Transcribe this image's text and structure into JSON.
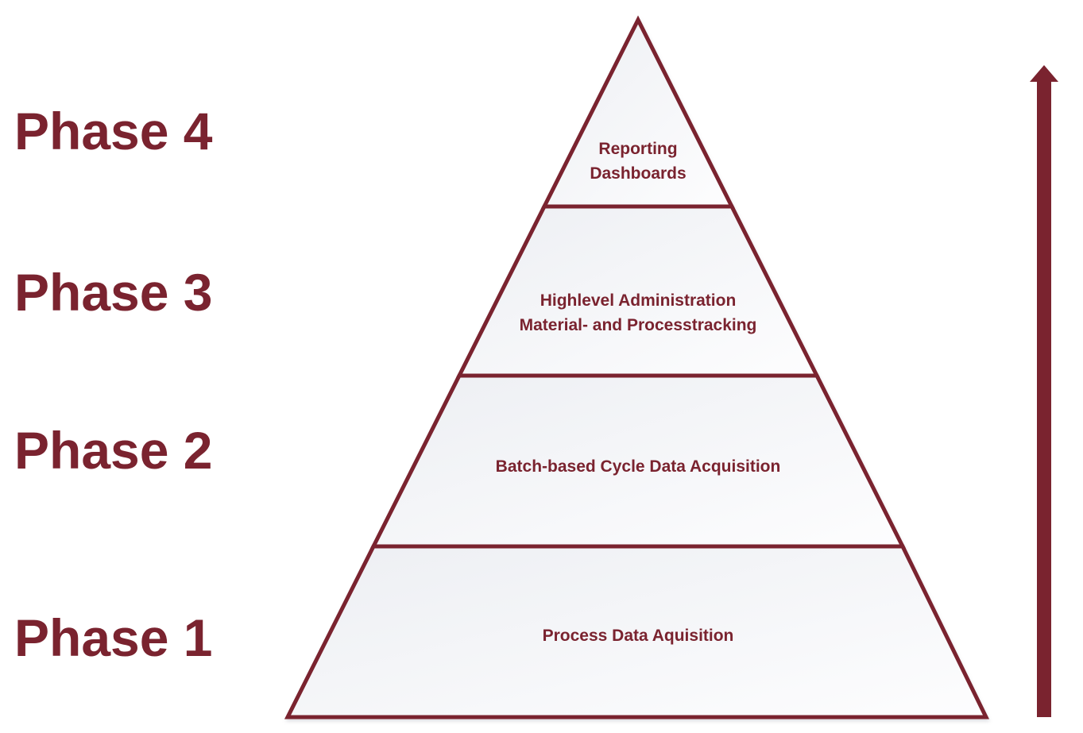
{
  "title": "Phased pyramid diagram",
  "colors": {
    "maroon": "#7A232F",
    "segment_fill_start": "#EDEFF3",
    "segment_fill_end": "#FDFDFE",
    "background": "#FFFFFF"
  },
  "phases": [
    {
      "label": "Phase 4"
    },
    {
      "label": "Phase 3"
    },
    {
      "label": "Phase 2"
    },
    {
      "label": "Phase 1"
    }
  ],
  "pyramid": {
    "segments": [
      {
        "phase": "Phase 4",
        "lines": [
          "Reporting",
          "Dashboards"
        ]
      },
      {
        "phase": "Phase 3",
        "lines": [
          "Highlevel Administration",
          "Material- and Processtracking"
        ]
      },
      {
        "phase": "Phase 2",
        "lines": [
          "Batch-based Cycle Data Acquisition"
        ]
      },
      {
        "phase": "Phase 1",
        "lines": [
          "Process Data Aquisition"
        ]
      }
    ]
  },
  "arrow": {
    "name": "up-arrow",
    "direction": "up"
  }
}
